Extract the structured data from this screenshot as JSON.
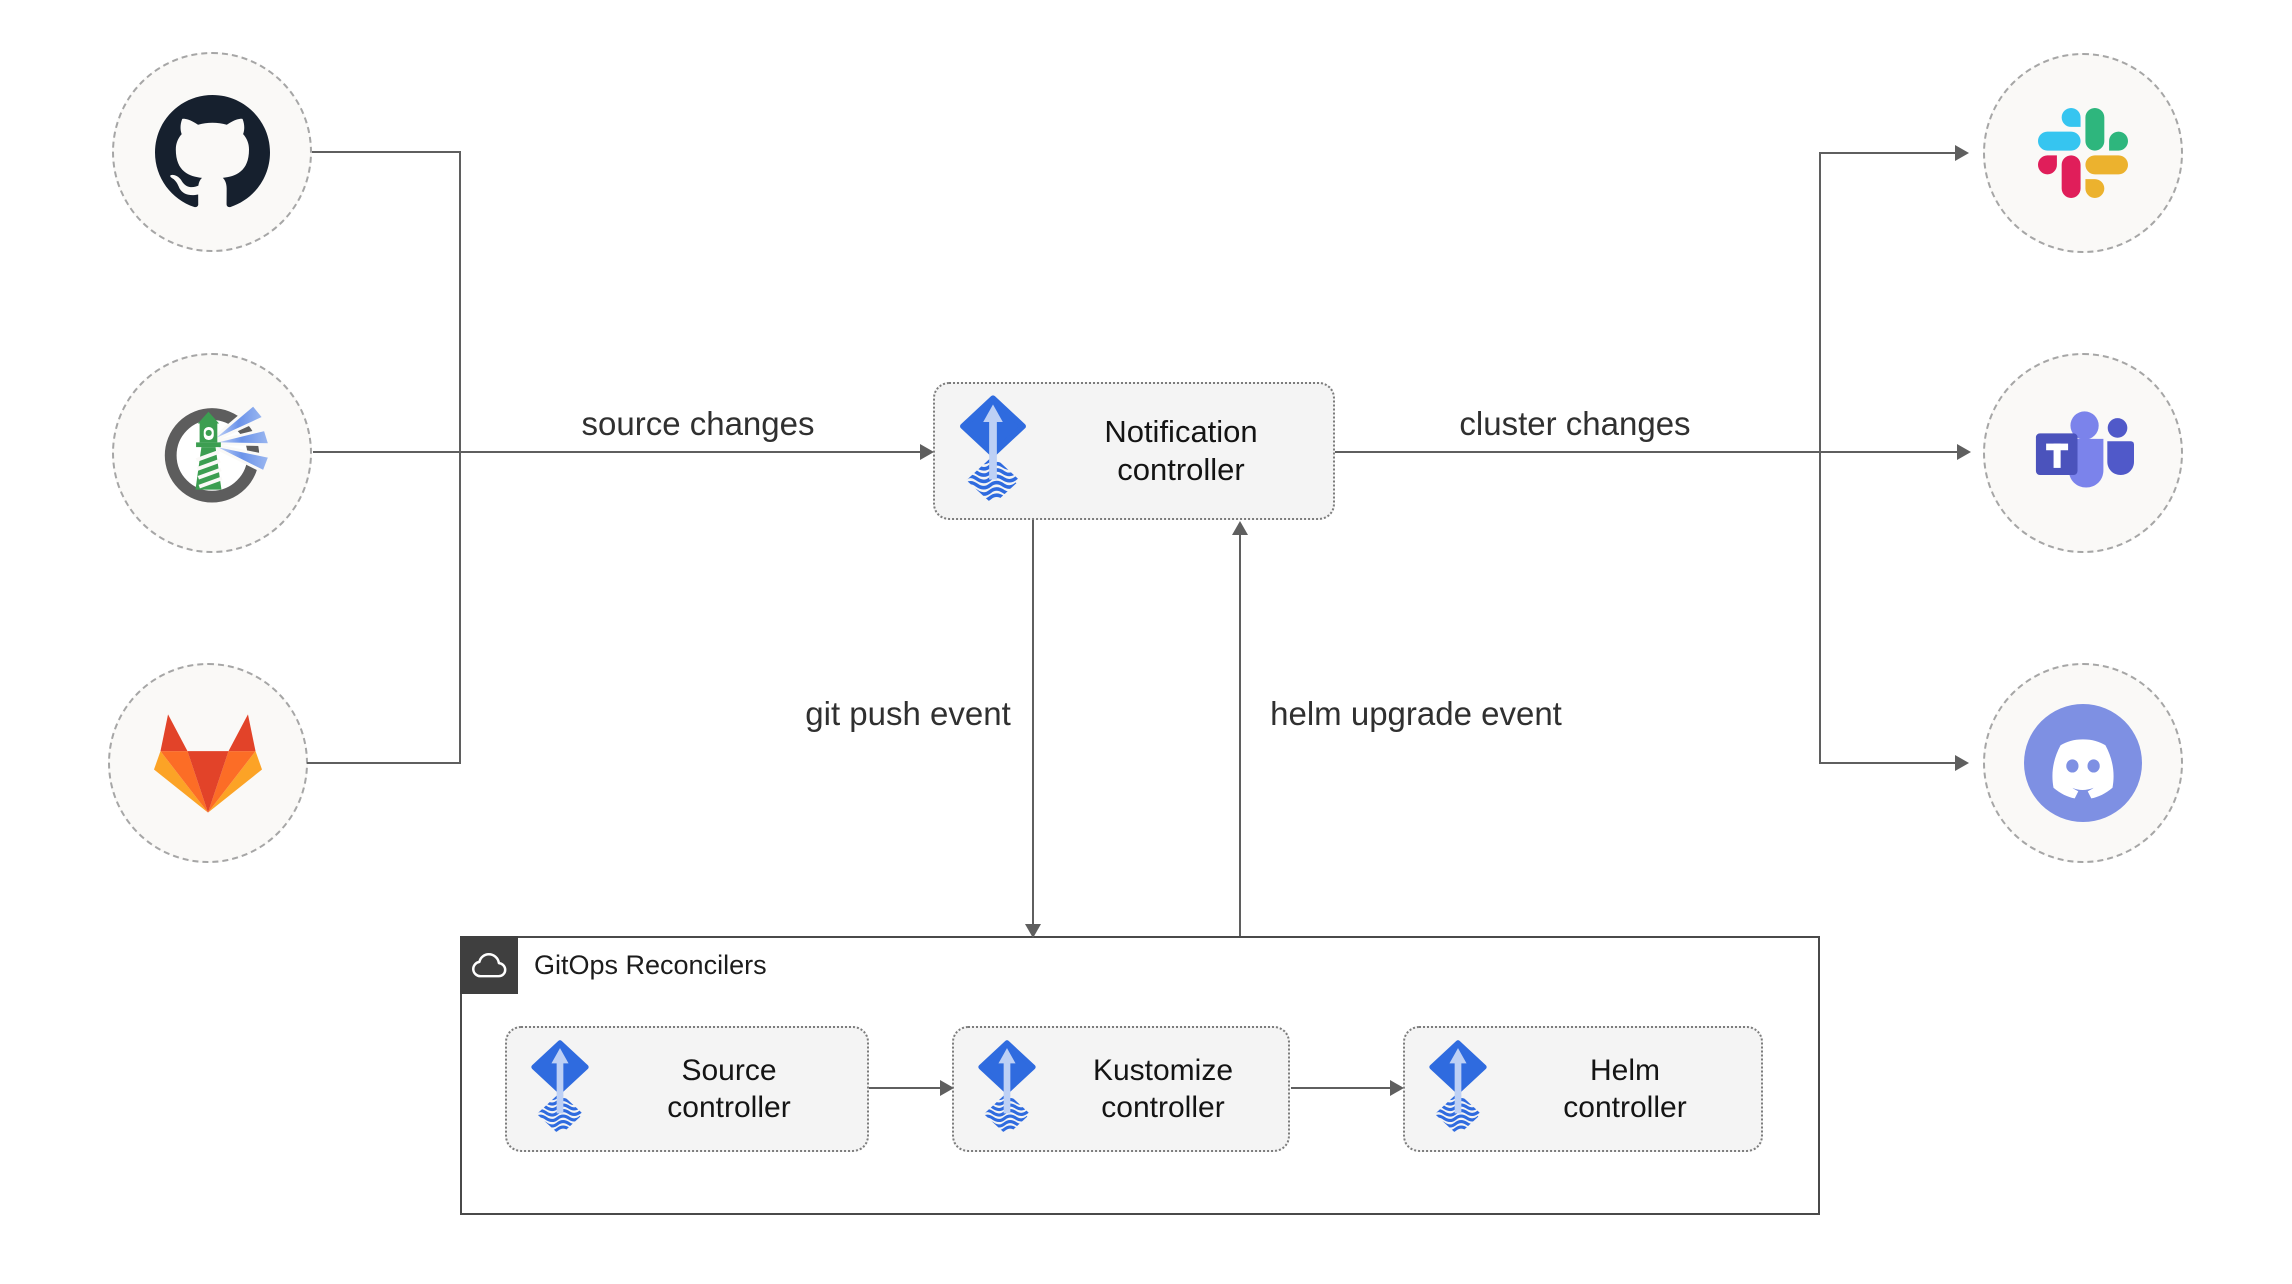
{
  "diagram": {
    "center_node": {
      "label": "Notification controller",
      "icon": "flux-icon"
    },
    "group": {
      "label": "GitOps Reconcilers",
      "icon": "cloud-icon"
    },
    "reconcilers": [
      {
        "label": "Source controller",
        "icon": "flux-icon"
      },
      {
        "label": "Kustomize controller",
        "icon": "flux-icon"
      },
      {
        "label": "Helm controller",
        "icon": "flux-icon"
      }
    ],
    "sources": [
      {
        "icon": "github-icon"
      },
      {
        "icon": "harbor-icon"
      },
      {
        "icon": "gitlab-icon"
      }
    ],
    "notifiers": [
      {
        "icon": "slack-icon"
      },
      {
        "icon": "microsoft-teams-icon"
      },
      {
        "icon": "discord-icon"
      }
    ],
    "edges": {
      "source_changes": "source changes",
      "cluster_changes": "cluster changes",
      "git_push_event": "git push event",
      "helm_upgrade_event": "helm upgrade event"
    },
    "colors": {
      "line": "#5f5f5f",
      "box_fill": "#f4f4f4",
      "box_border": "#7c7c7c",
      "circle_fill": "#faf9f7",
      "circle_border": "#a6a6a6",
      "group_border": "#4a4a4a",
      "group_tab": "#3f3f3f",
      "flux_blue": "#2f6bdf",
      "flux_arrow": "#bdd0f5",
      "github": "#16202e",
      "gitlab_red": "#e24329",
      "gitlab_orange": "#fc6d26",
      "gitlab_yellow": "#fca326",
      "slack_blue": "#36c5f0",
      "slack_green": "#2eb67d",
      "slack_red": "#e01e5a",
      "slack_yellow": "#ecb22e",
      "teams_dark": "#4b53bc",
      "teams_light": "#7b83eb",
      "discord_blurple": "#7e90e3",
      "harbor_green": "#3c9e51",
      "harbor_gray": "#5d5d5d"
    }
  }
}
